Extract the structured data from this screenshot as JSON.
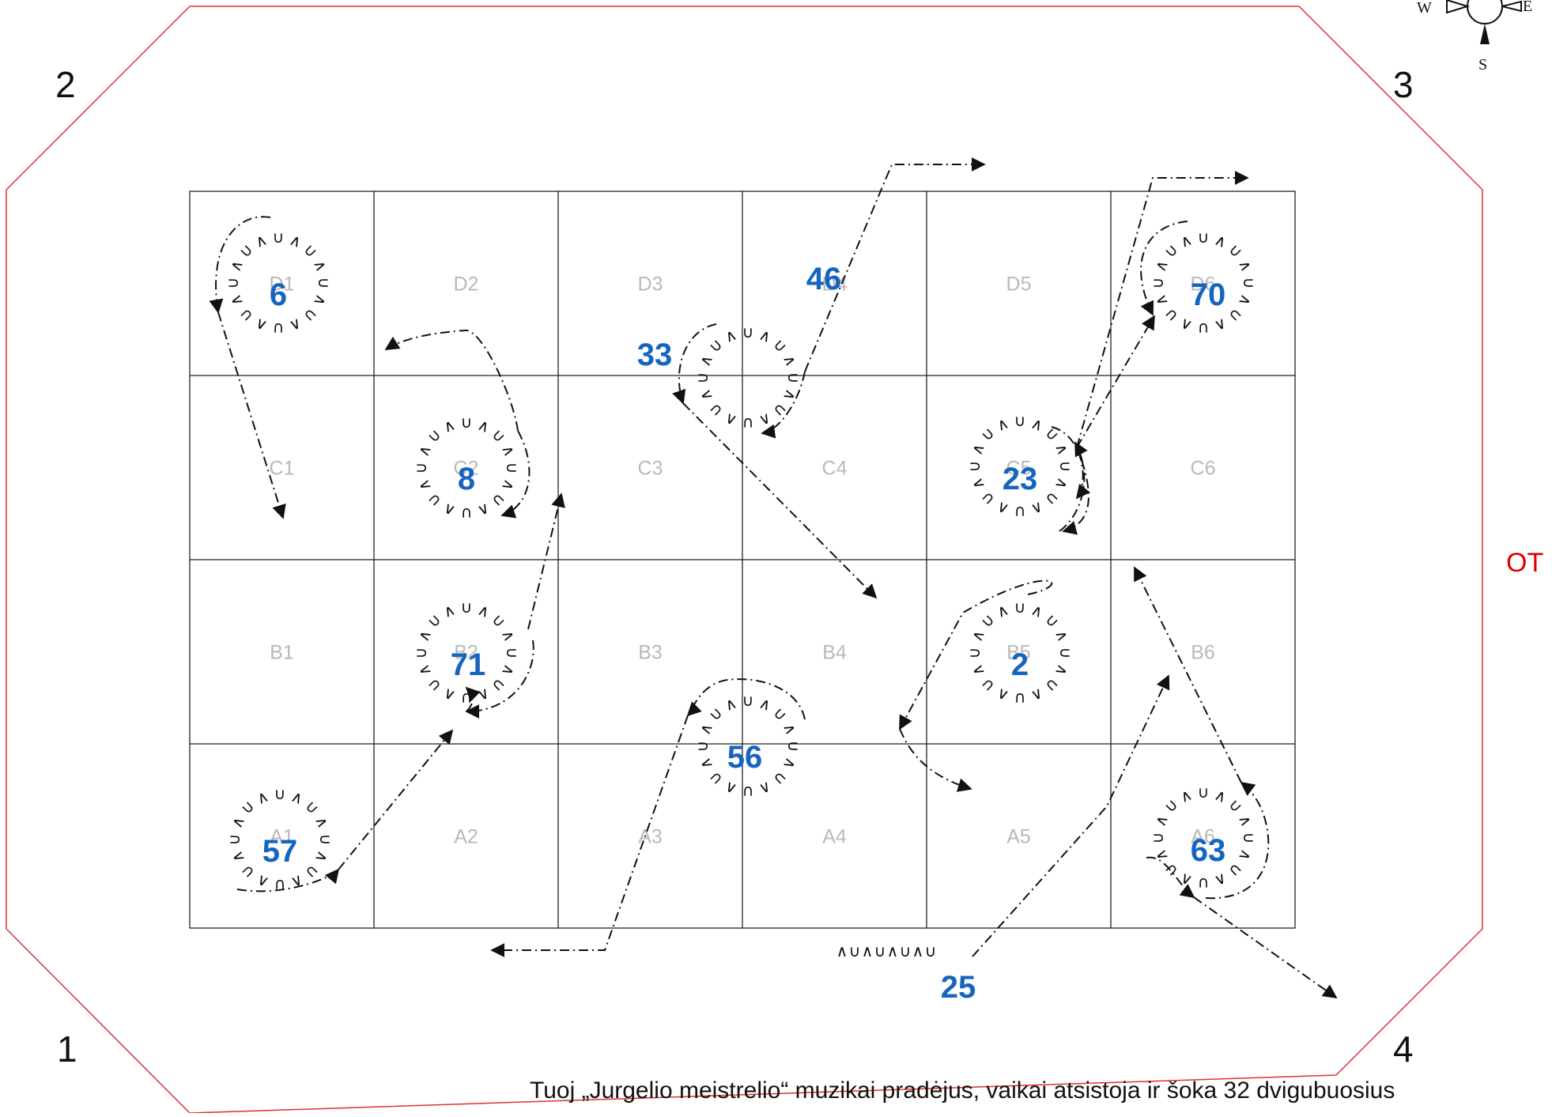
{
  "corners": {
    "c1": "1",
    "c2": "2",
    "c3": "3",
    "c4": "4"
  },
  "side_label": "OT",
  "caption": "Tuoj „Jurgelio meistrelio“ muzikai pradėjus, vaikai atsistoja ir šoka 32 dvigubuosius",
  "compass": {
    "w": "W",
    "e": "E",
    "s": "S"
  },
  "grid": {
    "rows": [
      [
        "D1",
        "D2",
        "D3",
        "D4",
        "D5",
        "D6"
      ],
      [
        "C1",
        "C2",
        "C3",
        "C4",
        "C5",
        "C6"
      ],
      [
        "B1",
        "B2",
        "B3",
        "B4",
        "B5",
        "B6"
      ],
      [
        "A1",
        "A2",
        "A3",
        "A4",
        "A5",
        "A6"
      ]
    ]
  },
  "positions": [
    {
      "id": "6"
    },
    {
      "id": "70"
    },
    {
      "id": "33"
    },
    {
      "id": "46"
    },
    {
      "id": "8"
    },
    {
      "id": "23"
    },
    {
      "id": "71"
    },
    {
      "id": "2"
    },
    {
      "id": "56"
    },
    {
      "id": "57"
    },
    {
      "id": "63"
    },
    {
      "id": "25"
    }
  ],
  "colors": {
    "border": "#e03030",
    "number": "#1565c0",
    "cell_label": "#b9b9b9",
    "path": "#111111"
  }
}
